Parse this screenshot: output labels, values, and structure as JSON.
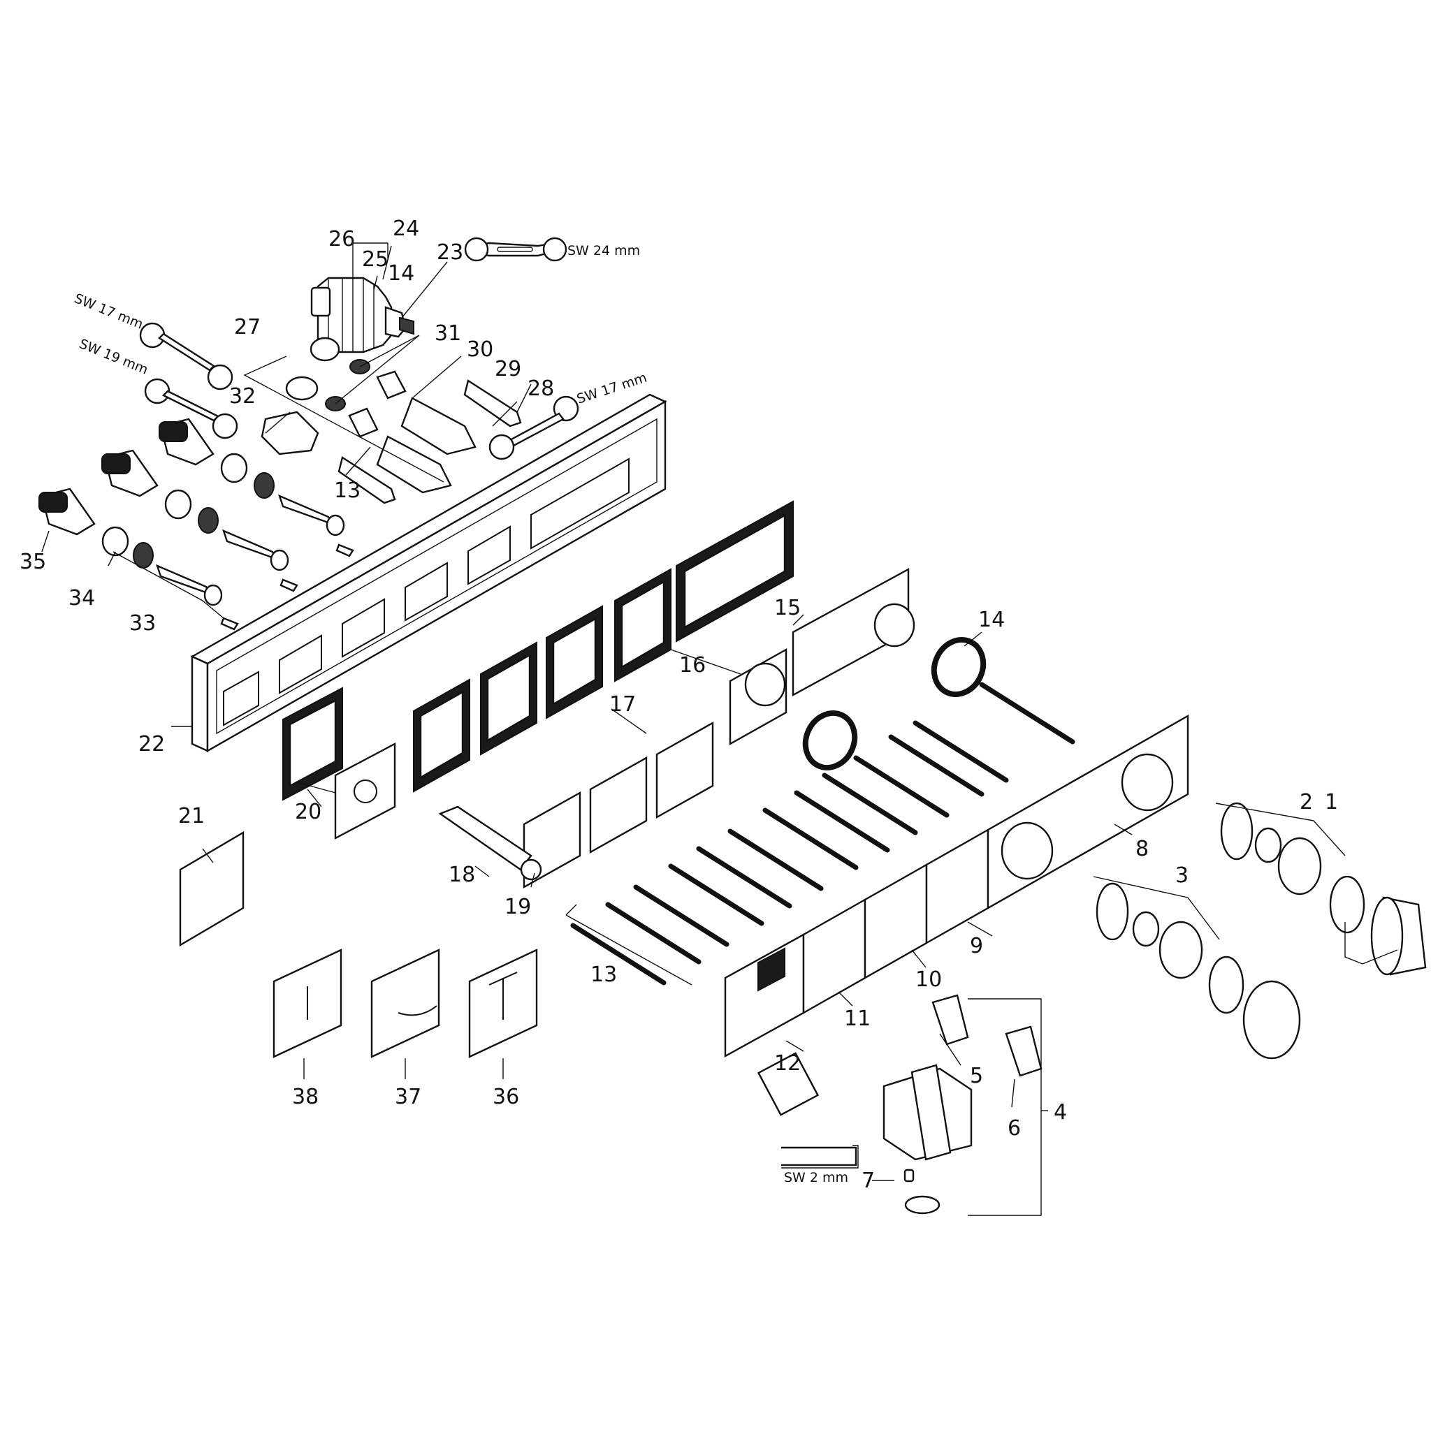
{
  "diagram": {
    "part_numbers": [
      "1",
      "2",
      "3",
      "4",
      "5",
      "6",
      "7",
      "8",
      "9",
      "10",
      "11",
      "12",
      "13",
      "13",
      "14",
      "14",
      "15",
      "16",
      "17",
      "18",
      "19",
      "20",
      "21",
      "22",
      "23",
      "24",
      "25",
      "26",
      "27",
      "28",
      "29",
      "30",
      "31",
      "32",
      "33",
      "34",
      "35",
      "36",
      "37",
      "38"
    ],
    "wrench_sizes": [
      "SW 24 mm",
      "SW 17 mm",
      "SW 19 mm",
      "SW 17 mm",
      "SW 2 mm"
    ]
  }
}
